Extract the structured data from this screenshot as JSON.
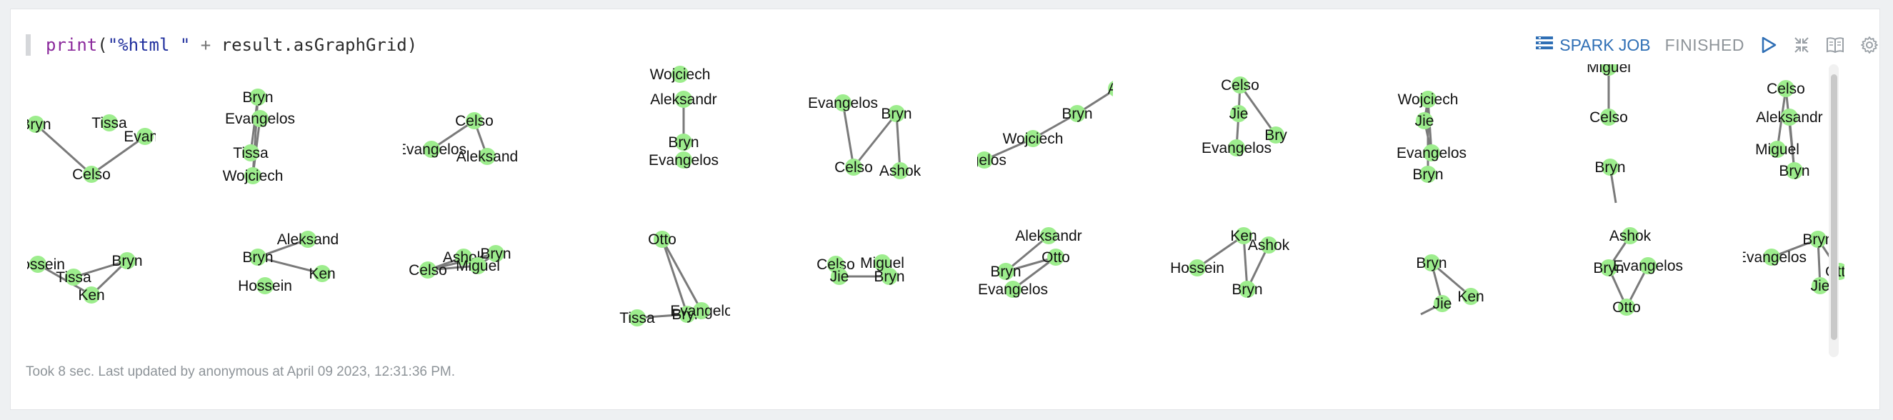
{
  "code": {
    "fn": "print",
    "open": "(",
    "string": "\"%html \"",
    "plus": " + ",
    "expr": "result.asGraphGrid",
    "close": ")"
  },
  "toolbar": {
    "spark_job_label": "SPARK JOB",
    "status": "FINISHED",
    "icons": [
      "list-icon",
      "run-icon",
      "collapse-icon",
      "book-icon",
      "settings-icon"
    ]
  },
  "footer": {
    "text": "Took 8 sec. Last updated by anonymous at April 09 2023, 12:31:36 PM."
  },
  "colors": {
    "node": "#9ded8d",
    "edge": "#7a7a7a",
    "accent": "#2f6fb5",
    "muted": "#8e9499"
  },
  "graphs": [
    {
      "nodes": [
        {
          "label": "Bryn"
        },
        {
          "label": "Tissa"
        },
        {
          "label": "Evang"
        },
        {
          "label": "Celso"
        }
      ],
      "edges": [
        [
          0,
          3
        ],
        [
          2,
          3
        ]
      ]
    },
    {
      "nodes": [
        {
          "label": "Bryn"
        },
        {
          "label": "Evangelos"
        },
        {
          "label": "Tissa"
        },
        {
          "label": "Wojciech"
        }
      ],
      "edges": [
        [
          0,
          2
        ],
        [
          0,
          3
        ],
        [
          1,
          3
        ]
      ]
    },
    {
      "nodes": [
        {
          "label": "Celso"
        },
        {
          "label": "Evangelos"
        },
        {
          "label": "Aleksand"
        }
      ],
      "edges": [
        [
          0,
          1
        ],
        [
          0,
          2
        ]
      ]
    },
    {
      "nodes": [
        {
          "label": "Wojciech"
        },
        {
          "label": "Aleksandr"
        },
        {
          "label": "Bryn"
        },
        {
          "label": "Evangelos"
        }
      ],
      "edges": [
        [
          1,
          2
        ]
      ]
    },
    {
      "nodes": [
        {
          "label": "Evangelos"
        },
        {
          "label": "Bryn"
        },
        {
          "label": "Celso"
        },
        {
          "label": "Ashok"
        }
      ],
      "edges": [
        [
          0,
          2
        ],
        [
          1,
          2
        ],
        [
          1,
          3
        ]
      ]
    },
    {
      "nodes": [
        {
          "label": "As"
        },
        {
          "label": "Bryn"
        },
        {
          "label": "Wojciech"
        },
        {
          "label": "ngelos"
        }
      ],
      "edges": [
        [
          0,
          1
        ],
        [
          1,
          2
        ],
        [
          2,
          3
        ]
      ]
    },
    {
      "nodes": [
        {
          "label": "Celso"
        },
        {
          "label": "Jie"
        },
        {
          "label": "Bry"
        },
        {
          "label": "Evangelos"
        }
      ],
      "edges": [
        [
          0,
          1
        ],
        [
          0,
          2
        ],
        [
          1,
          3
        ]
      ]
    },
    {
      "nodes": [
        {
          "label": "Wojciech"
        },
        {
          "label": "Jie"
        },
        {
          "label": "Evangelos"
        },
        {
          "label": "Bryn"
        }
      ],
      "edges": [
        [
          0,
          1
        ],
        [
          0,
          3
        ],
        [
          1,
          2
        ],
        [
          0,
          2
        ]
      ]
    },
    {
      "nodes": [
        {
          "label": "Miguel"
        },
        {
          "label": "Celso"
        },
        {
          "label": "Bryn"
        }
      ],
      "edges": [
        [
          0,
          1
        ],
        [
          2,
          3
        ]
      ]
    },
    {
      "nodes": [
        {
          "label": "Celso"
        },
        {
          "label": "Aleksandr"
        },
        {
          "label": "Miguel"
        },
        {
          "label": "Bryn"
        }
      ],
      "edges": [
        [
          0,
          2
        ],
        [
          1,
          3
        ],
        [
          0,
          3
        ]
      ]
    },
    {
      "nodes": [
        {
          "label": "Hossein"
        },
        {
          "label": "Tissa"
        },
        {
          "label": "Bryn"
        },
        {
          "label": "Ken"
        }
      ],
      "edges": [
        [
          0,
          3
        ],
        [
          1,
          2
        ],
        [
          2,
          3
        ]
      ]
    },
    {
      "nodes": [
        {
          "label": "Aleksand"
        },
        {
          "label": "Bryn"
        },
        {
          "label": "Hossein"
        },
        {
          "label": "Ken"
        }
      ],
      "edges": [
        [
          0,
          1
        ],
        [
          1,
          3
        ]
      ]
    },
    {
      "nodes": [
        {
          "label": "Ashok"
        },
        {
          "label": "Bryn"
        },
        {
          "label": "Celso"
        },
        {
          "label": "Miguel"
        }
      ],
      "edges": [
        [
          0,
          2
        ],
        [
          1,
          2
        ],
        [
          1,
          3
        ],
        [
          2,
          3
        ]
      ]
    },
    {
      "nodes": [
        {
          "label": "Otto"
        },
        {
          "label": "Tissa"
        },
        {
          "label": "Bryn"
        },
        {
          "label": "Evangelo"
        }
      ],
      "edges": [
        [
          0,
          2
        ],
        [
          0,
          3
        ],
        [
          1,
          2
        ]
      ]
    },
    {
      "nodes": [
        {
          "label": "Celso"
        },
        {
          "label": "Miguel"
        },
        {
          "label": "Jie"
        },
        {
          "label": "Bryn"
        }
      ],
      "edges": [
        [
          0,
          2
        ],
        [
          1,
          3
        ],
        [
          2,
          3
        ]
      ]
    },
    {
      "nodes": [
        {
          "label": "Aleksandr"
        },
        {
          "label": "Otto"
        },
        {
          "label": "Bryn"
        },
        {
          "label": "Evangelos"
        }
      ],
      "edges": [
        [
          0,
          2
        ],
        [
          1,
          2
        ],
        [
          1,
          3
        ]
      ]
    },
    {
      "nodes": [
        {
          "label": "Ken"
        },
        {
          "label": "Ashok"
        },
        {
          "label": "Hossein"
        },
        {
          "label": "Bryn"
        }
      ],
      "edges": [
        [
          0,
          2
        ],
        [
          0,
          3
        ],
        [
          1,
          3
        ]
      ]
    },
    {
      "nodes": [
        {
          "label": "Bryn"
        },
        {
          "label": "Ken"
        },
        {
          "label": "Jie"
        }
      ],
      "edges": [
        [
          0,
          1
        ],
        [
          0,
          2
        ],
        [
          2,
          3
        ]
      ]
    },
    {
      "nodes": [
        {
          "label": "Ashok"
        },
        {
          "label": "Bryn"
        },
        {
          "label": "Evangelos"
        },
        {
          "label": "Otto"
        }
      ],
      "edges": [
        [
          0,
          1
        ],
        [
          1,
          3
        ],
        [
          2,
          3
        ]
      ]
    },
    {
      "nodes": [
        {
          "label": "Bryn"
        },
        {
          "label": "Evangelos"
        },
        {
          "label": "Otto"
        },
        {
          "label": "Jie"
        }
      ],
      "edges": [
        [
          0,
          1
        ],
        [
          0,
          2
        ],
        [
          0,
          3
        ]
      ]
    }
  ]
}
